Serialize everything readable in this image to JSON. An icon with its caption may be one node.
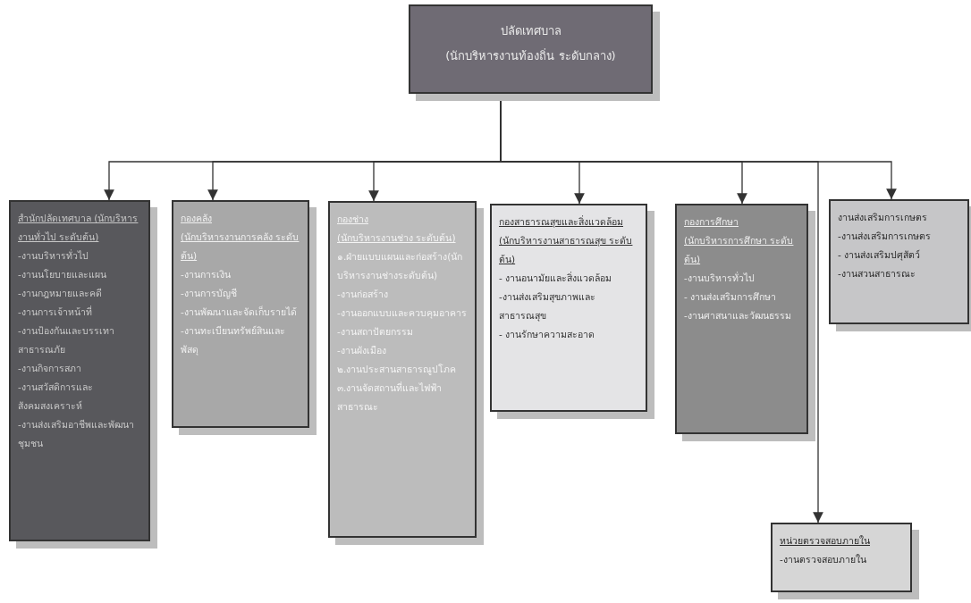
{
  "diagram": {
    "nodes": [
      {
        "text": [
          "ปลัดเทศบาล",
          "(นักบริหารงานท้องถิ่น ระดับกลาง)"
        ]
      },
      {
        "text": [
          "สำนักปลัดเทศบาล (นักบริหารงานทั่วไป ระดับต้น)",
          "-งานบริหารทั่วไป",
          "-งานนโยบายและแผน",
          "-งานกฎหมายและคดี",
          "-งานการเจ้าหน้าที่",
          "-งานป้องกันและบรรเทาสาธารณภัย",
          "-งานกิจการสภา",
          "-งานสวัสดิการและสังคมสงเคราะห์",
          "-งานส่งเสริมอาชีพและพัฒนาชุมชน"
        ]
      },
      {
        "text": [
          "กองคลัง",
          "(นักบริหารงานการคลัง ระดับต้น)",
          "-งานการเงิน",
          "-งานการบัญชี",
          "-งานพัฒนาและจัดเก็บรายได้",
          "-งานทะเบียนทรัพย์สินและพัสดุ"
        ]
      },
      {
        "text": [
          "กองช่าง",
          "(นักบริหารงานช่าง ระดับต้น)",
          "๑.ฝ่ายแบบแผนและก่อสร้าง(นักบริหารงานช่างระดับต้น)",
          "-งานก่อสร้าง",
          "-งานออกแบบและควบคุมอาคาร",
          "-งานสถาปัตยกรรม",
          "-งานผังเมือง",
          "๒.งานประสานสาธารณูปโภค",
          "๓.งานจัดสถานที่และไฟฟ้าสาธารณะ"
        ]
      },
      {
        "text": [
          "กองสาธารณสุขและสิ่งแวดล้อม (นักบริหารงานสาธารณสุข ระดับต้น)",
          "- งานอนามัยและสิ่งแวดล้อม",
          "-งานส่งเสริมสุขภาพและสาธารณสุข",
          "- งานรักษาความสะอาด"
        ]
      },
      {
        "text": [
          "กองการศึกษา",
          "(นักบริหารการศึกษา ระดับต้น)",
          "-งานบริหารทั่วไป",
          "- งานส่งเสริมการศึกษา",
          "-งานศาสนาและวัฒนธรรม"
        ]
      },
      {
        "text": [
          "งานส่งเสริมการเกษตร",
          "-งานส่งเสริมการเกษตร",
          "- งานส่งเสริมปศุสัตว์",
          "-งานสวนสาธารณะ"
        ]
      },
      {
        "text": [
          "หน่วยตรวจสอบภายใน",
          "-งานตรวจสอบภายใน"
        ]
      }
    ],
    "edges": [
      {
        "from": 0,
        "to": 1,
        "arrow": "to"
      },
      {
        "from": 0,
        "to": 2,
        "arrow": "to"
      },
      {
        "from": 0,
        "to": 3,
        "arrow": "to"
      },
      {
        "from": 0,
        "to": 4,
        "arrow": "to"
      },
      {
        "from": 0,
        "to": 5,
        "arrow": "to"
      },
      {
        "from": 0,
        "to": 7,
        "arrow": "to"
      },
      {
        "from": 0,
        "to": 6,
        "arrow": "to"
      }
    ]
  }
}
